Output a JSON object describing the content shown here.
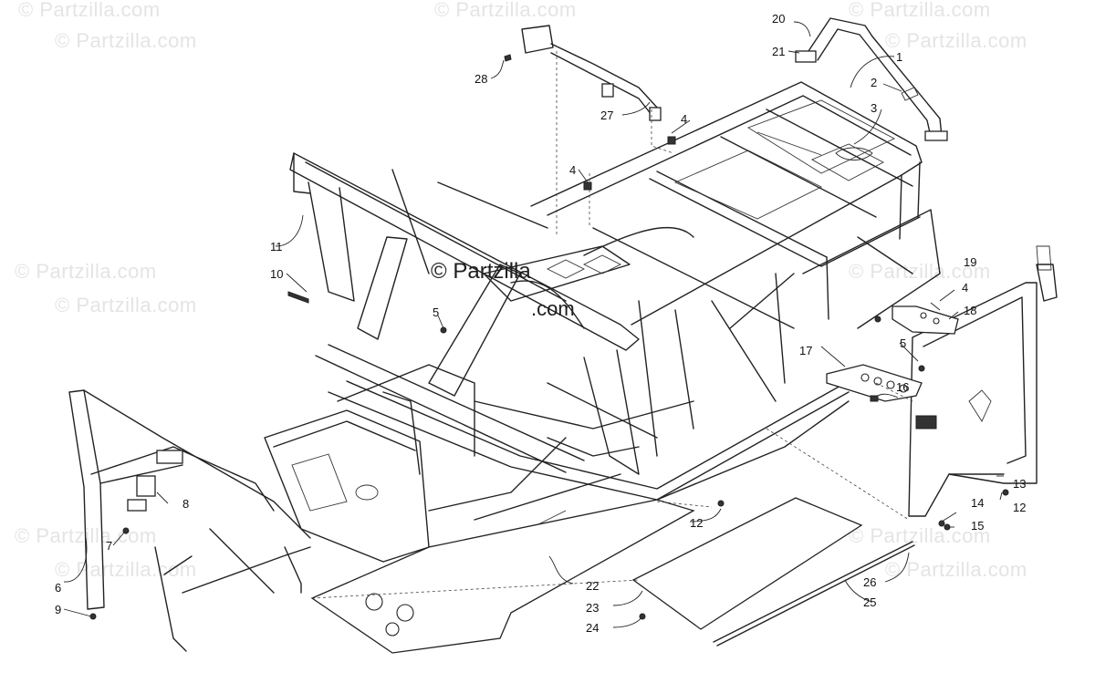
{
  "watermark": {
    "text": "© Partzilla.com",
    "center_line1": "© Partzilla",
    "center_line2": ".com"
  },
  "callouts": [
    {
      "id": "1",
      "text": "1"
    },
    {
      "id": "2",
      "text": "2"
    },
    {
      "id": "3",
      "text": "3"
    },
    {
      "id": "4a",
      "text": "4"
    },
    {
      "id": "4b",
      "text": "4"
    },
    {
      "id": "4c",
      "text": "4"
    },
    {
      "id": "5a",
      "text": "5"
    },
    {
      "id": "5b",
      "text": "5"
    },
    {
      "id": "6",
      "text": "6"
    },
    {
      "id": "7",
      "text": "7"
    },
    {
      "id": "8",
      "text": "8"
    },
    {
      "id": "9",
      "text": "9"
    },
    {
      "id": "10",
      "text": "10"
    },
    {
      "id": "11",
      "text": "11"
    },
    {
      "id": "12a",
      "text": "12"
    },
    {
      "id": "12b",
      "text": "12"
    },
    {
      "id": "13",
      "text": "13"
    },
    {
      "id": "14",
      "text": "14"
    },
    {
      "id": "15",
      "text": "15"
    },
    {
      "id": "16",
      "text": "16"
    },
    {
      "id": "17",
      "text": "17"
    },
    {
      "id": "18",
      "text": "18"
    },
    {
      "id": "19",
      "text": "19"
    },
    {
      "id": "20",
      "text": "20"
    },
    {
      "id": "21",
      "text": "21"
    },
    {
      "id": "22",
      "text": "22"
    },
    {
      "id": "23",
      "text": "23"
    },
    {
      "id": "24",
      "text": "24"
    },
    {
      "id": "25",
      "text": "25"
    },
    {
      "id": "26",
      "text": "26"
    },
    {
      "id": "27",
      "text": "27"
    },
    {
      "id": "28",
      "text": "28"
    }
  ]
}
